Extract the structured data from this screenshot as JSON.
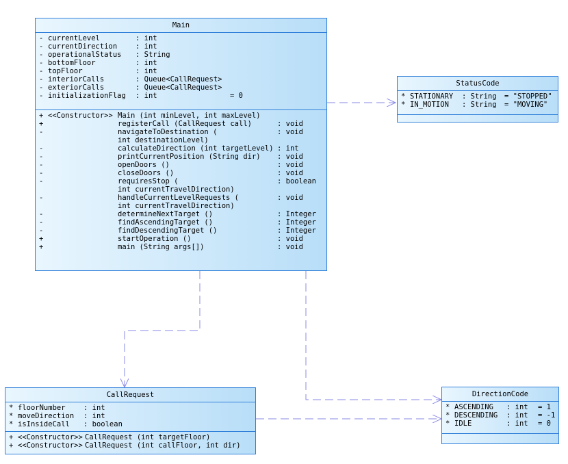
{
  "main": {
    "title": "Main",
    "attributes": [
      {
        "vis": "-",
        "name": "currentLevel",
        "type": ": int",
        "value": ""
      },
      {
        "vis": "-",
        "name": "currentDirection",
        "type": ": int",
        "value": ""
      },
      {
        "vis": "-",
        "name": "operationalStatus",
        "type": ": String",
        "value": ""
      },
      {
        "vis": "-",
        "name": "bottomFloor",
        "type": ": int",
        "value": ""
      },
      {
        "vis": "-",
        "name": "topFloor",
        "type": ": int",
        "value": ""
      },
      {
        "vis": "-",
        "name": "interiorCalls",
        "type": ": Queue<CallRequest>",
        "value": ""
      },
      {
        "vis": "-",
        "name": "exteriorCalls",
        "type": ": Queue<CallRequest>",
        "value": ""
      },
      {
        "vis": "-",
        "name": "initializationFlag",
        "type": ": int",
        "value": "= 0"
      }
    ],
    "operations": [
      {
        "vis": "+",
        "stereo": "<<Constructor>>",
        "sig": "Main (int minLevel, int maxLevel)",
        "ret": ""
      },
      {
        "vis": "+",
        "stereo": "",
        "sig": "registerCall (CallRequest call)",
        "ret": ": void"
      },
      {
        "vis": "-",
        "stereo": "",
        "sig": "navigateToDestination (\nint destinationLevel)",
        "ret": ": void"
      },
      {
        "vis": "-",
        "stereo": "",
        "sig": "calculateDirection (int targetLevel)",
        "ret": ": int"
      },
      {
        "vis": "-",
        "stereo": "",
        "sig": "printCurrentPosition (String dir)",
        "ret": ": void"
      },
      {
        "vis": "-",
        "stereo": "",
        "sig": "openDoors ()",
        "ret": ": void"
      },
      {
        "vis": "-",
        "stereo": "",
        "sig": "closeDoors ()",
        "ret": ": void"
      },
      {
        "vis": "-",
        "stereo": "",
        "sig": "requiresStop (\nint currentTravelDirection)",
        "ret": ": boolean"
      },
      {
        "vis": "-",
        "stereo": "",
        "sig": "handleCurrentLevelRequests (\nint currentTravelDirection)",
        "ret": ": void"
      },
      {
        "vis": "-",
        "stereo": "",
        "sig": "determineNextTarget ()",
        "ret": ": Integer"
      },
      {
        "vis": "-",
        "stereo": "",
        "sig": "findAscendingTarget ()",
        "ret": ": Integer"
      },
      {
        "vis": "-",
        "stereo": "",
        "sig": "findDescendingTarget ()",
        "ret": ": Integer"
      },
      {
        "vis": "+",
        "stereo": "",
        "sig": "startOperation ()",
        "ret": ": void"
      },
      {
        "vis": "+",
        "stereo": "",
        "sig": "main (String args[])",
        "ret": ": void"
      }
    ]
  },
  "status_code": {
    "title": "StatusCode",
    "attributes": [
      {
        "vis": "*",
        "name": "STATIONARY",
        "type": ": String",
        "value": "= \"STOPPED\""
      },
      {
        "vis": "*",
        "name": "IN_MOTION",
        "type": ": String",
        "value": "= \"MOVING\""
      }
    ]
  },
  "call_request": {
    "title": "CallRequest",
    "attributes": [
      {
        "vis": "*",
        "name": "floorNumber",
        "type": ": int",
        "value": ""
      },
      {
        "vis": "*",
        "name": "moveDirection",
        "type": ": int",
        "value": ""
      },
      {
        "vis": "*",
        "name": "isInsideCall",
        "type": ": boolean",
        "value": ""
      }
    ],
    "operations": [
      {
        "vis": "+",
        "stereo": "<<Constructor>>",
        "sig": "CallRequest (int targetFloor)",
        "ret": ""
      },
      {
        "vis": "+",
        "stereo": "<<Constructor>>",
        "sig": "CallRequest (int callFloor, int dir)",
        "ret": ""
      }
    ]
  },
  "direction_code": {
    "title": "DirectionCode",
    "attributes": [
      {
        "vis": "*",
        "name": "ASCENDING",
        "type": ": int",
        "value": "= 1"
      },
      {
        "vis": "*",
        "name": "DESCENDING",
        "type": ": int",
        "value": "= -1"
      },
      {
        "vis": "*",
        "name": "IDLE",
        "type": ": int",
        "value": "= 0"
      }
    ]
  },
  "colors": {
    "border": "#2f7fd9",
    "fill_light": "#e9f6fe",
    "fill_dark": "#b8def8",
    "connector": "#8a8ae6"
  }
}
